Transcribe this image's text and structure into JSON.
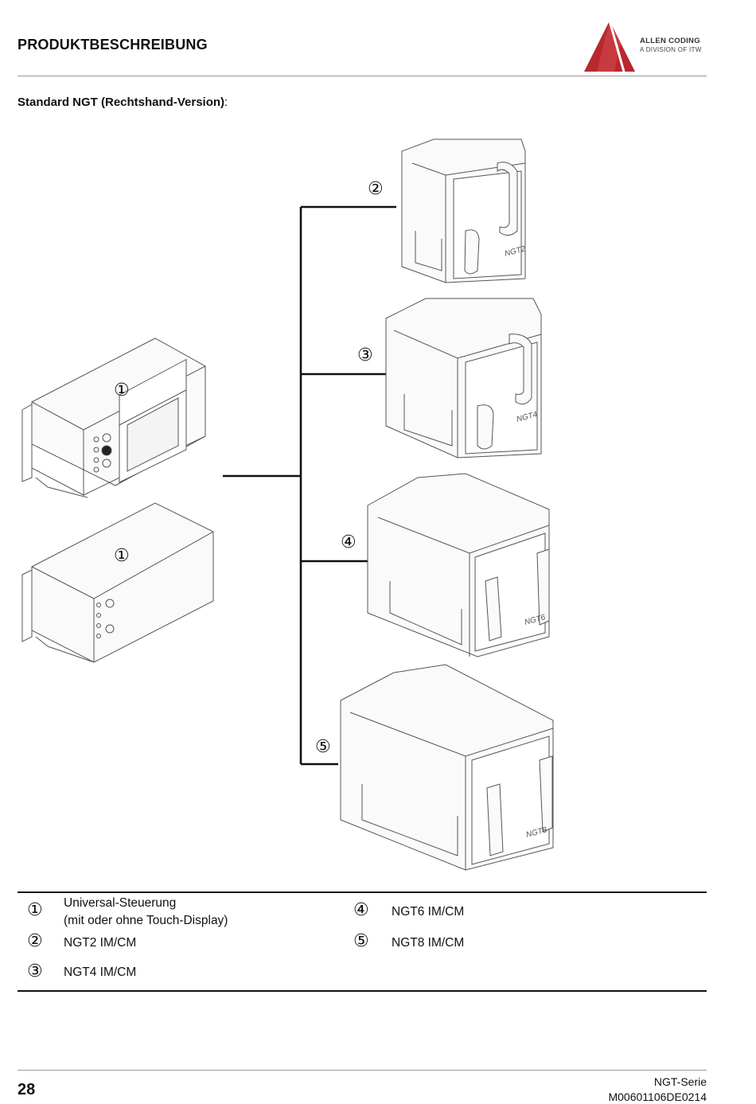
{
  "header": {
    "title": "PRODUKTBESCHREIBUNG",
    "logo": {
      "line1": "ALLEN CODING",
      "line2": "A DIVISION OF ITW",
      "color": "#b8282e"
    }
  },
  "subtitle": {
    "bold": "Standard NGT (Rechtshand-Version)",
    "suffix": ":"
  },
  "figure": {
    "markers": {
      "m1a": "①",
      "m1b": "①",
      "m2": "②",
      "m3": "③",
      "m4": "④",
      "m5": "⑤"
    },
    "unit_labels": {
      "ngt2": "NGT2",
      "ngt4": "NGT4",
      "ngt6": "NGT6",
      "ngt8": "NGT8"
    }
  },
  "legend": {
    "items": [
      {
        "marker": "①",
        "line1": "Universal-Steuerung",
        "line2": "(mit oder ohne Touch-Display)"
      },
      {
        "marker": "②",
        "line1": "NGT2 IM/CM"
      },
      {
        "marker": "③",
        "line1": "NGT4 IM/CM"
      },
      {
        "marker": "④",
        "line1": "NGT6 IM/CM"
      },
      {
        "marker": "⑤",
        "line1": "NGT8 IM/CM"
      }
    ]
  },
  "footer": {
    "page_number": "28",
    "series": "NGT-Serie",
    "doc_id": "M00601106DE0214"
  }
}
